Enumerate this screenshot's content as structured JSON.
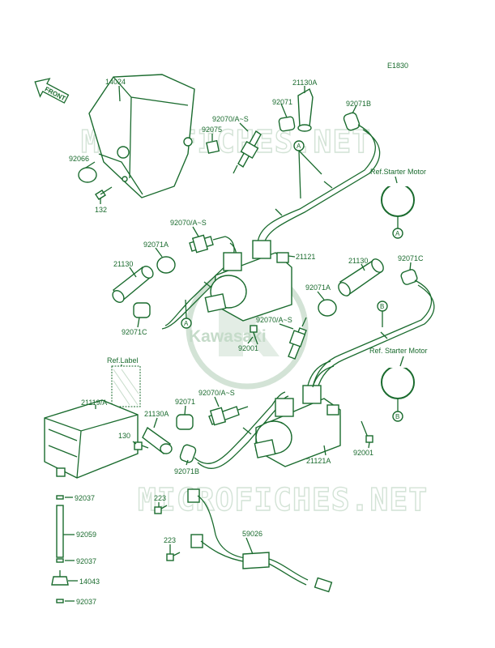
{
  "diagram_code": "E1830",
  "front_label": "FRONT",
  "watermark_text": "MICROFICHES.NET",
  "watermark_logo_text": "Kawasaki",
  "part_labels": {
    "p14024": "14024",
    "p92066": "92066",
    "p132": "132",
    "p92075": "92075",
    "p92070_top": "92070/A~S",
    "p92071_top": "92071",
    "p21130A_top": "21130A",
    "p92071B_top": "92071B",
    "ref_starter_top": "Ref.Starter Motor",
    "p92070_mid": "92070/A~S",
    "p92071A_left": "92071A",
    "p21130_left": "21130",
    "p92071C_left": "92071C",
    "p21121": "21121",
    "p21130_right": "21130",
    "p92071C_right": "92071C",
    "p92071A_right": "92071A",
    "p92070_center": "92070/A~S",
    "p92001_center": "92001",
    "ref_label": "Ref.Label",
    "p21119": "21119/A",
    "ref_starter_bottom": "Ref. Starter Motor",
    "p92070_lower": "92070/A~S",
    "p92071_lower": "92071",
    "p21130A_lower": "21130A",
    "p130": "130",
    "p92071B_lower": "92071B",
    "p21121A": "21121A",
    "p92001_right": "92001",
    "p92037_a": "92037",
    "p92059": "92059",
    "p92037_b": "92037",
    "p14043": "14043",
    "p92037_c": "92037",
    "p223_a": "223",
    "p223_b": "223",
    "p59026": "59026"
  },
  "connector_markers": {
    "a1": "A",
    "a2": "A",
    "a3": "A",
    "b1": "B",
    "b2": "B",
    "b3": "B"
  },
  "colors": {
    "ink": "#1a6b2e",
    "watermark": "#d3e3d6",
    "background": "#ffffff"
  }
}
